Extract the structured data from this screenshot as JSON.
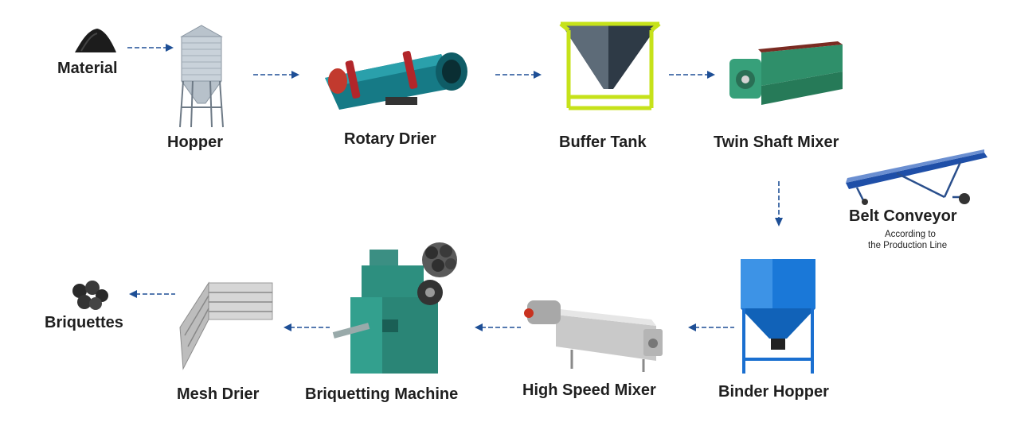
{
  "labels": {
    "material": "Material",
    "hopper": "Hopper",
    "rotary_drier": "Rotary Drier",
    "buffer_tank": "Buffer Tank",
    "twin_shaft_mixer": "Twin Shaft Mixer",
    "belt_conveyor": "Belt Conveyor",
    "belt_conveyor_note_1": "According to",
    "belt_conveyor_note_2": "the Production Line",
    "binder_hopper": "Binder Hopper",
    "high_speed_mixer": "High Speed Mixer",
    "briquetting_machine": "Briquetting Machine",
    "mesh_drier": "Mesh Drier",
    "briquettes": "Briquettes"
  },
  "colors": {
    "arrow": "#1e4f96",
    "text": "#1f1f1f",
    "mixer_green": "#2f8f6a",
    "drier_teal": "#1a7f8c",
    "buffer_frame": "#c6e21a",
    "conveyor_blue": "#1f4fa8",
    "binder_blue": "#1a78d8",
    "machine_teal": "#2d8f7f"
  }
}
